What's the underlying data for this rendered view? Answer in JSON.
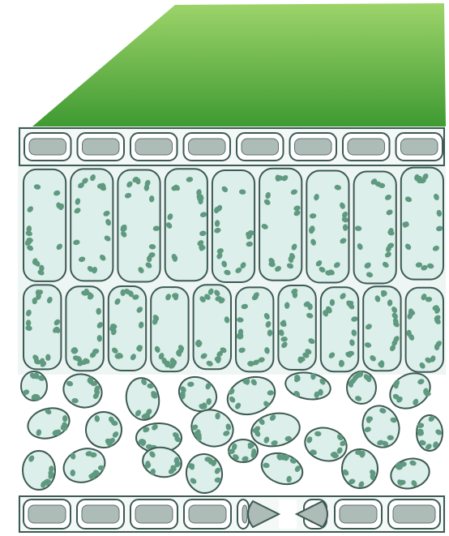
{
  "illustration": {
    "subject": "leaf-cross-section",
    "layers": [
      {
        "id": "leaf-surface",
        "kind": "surface"
      },
      {
        "id": "upper-epidermis",
        "kind": "cell-row"
      },
      {
        "id": "palisade-layer-1",
        "kind": "cell-row"
      },
      {
        "id": "palisade-layer-2",
        "kind": "cell-row"
      },
      {
        "id": "spongy-mesophyll",
        "kind": "loose-cells"
      },
      {
        "id": "lower-epidermis-with-stoma",
        "kind": "cell-row"
      }
    ],
    "colors": {
      "surface_light": "#9dd46a",
      "surface_dark": "#3f9a32",
      "cell_fill": "#dcefea",
      "cell_outline": "#3d5a53",
      "epidermis_fill": "#aebcb8",
      "chloroplast": "#5f9a80",
      "background": "#ffffff"
    }
  }
}
